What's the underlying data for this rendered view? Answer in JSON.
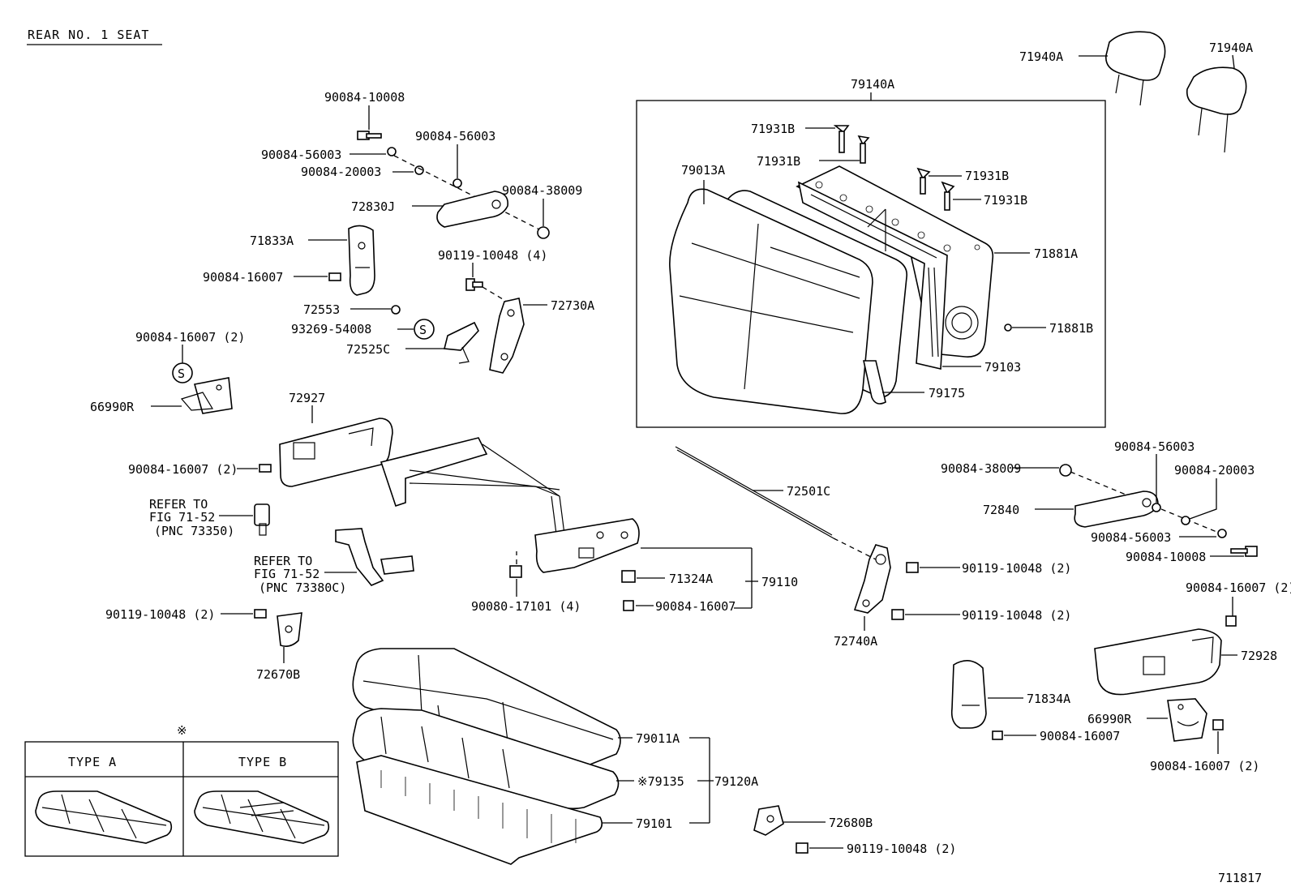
{
  "title": "REAR NO. 1 SEAT",
  "figure_id": "711817",
  "table": {
    "marker": "※",
    "type_a": "TYPE A",
    "type_b": "TYPE B"
  },
  "labels": {
    "p90084_10008_a": "90084-10008",
    "p90084_56003_a": "90084-56003",
    "p90084_56003_b": "90084-56003",
    "p90084_20003_a": "90084-20003",
    "p90084_38009_a": "90084-38009",
    "p72830J": "72830J",
    "p71833A": "71833A",
    "p90084_16007_a": "90084-16007",
    "p90119_10048_4": "90119-10048 (4)",
    "p72553": "72553",
    "p72730A": "72730A",
    "p93269_54008": "93269-54008",
    "p72525C": "72525C",
    "p90084_16007_2a": "90084-16007 (2)",
    "p66990R_a": "66990R",
    "p72927": "72927",
    "p90084_16007_2b": "90084-16007 (2)",
    "refer1_l1": "REFER TO",
    "refer1_l2": "FIG 71-52",
    "refer1_l3": "(PNC 73350)",
    "refer2_l1": "REFER TO",
    "refer2_l2": "FIG 71-52",
    "refer2_l3": "(PNC 73380C)",
    "p90119_10048_2a": "90119-10048 (2)",
    "p72670B": "72670B",
    "p90080_17101": "90080-17101 (4)",
    "p71324A": "71324A",
    "p79110": "79110",
    "p90084_16007_b": "90084-16007",
    "p79140A": "79140A",
    "p71931B_1": "71931B",
    "p71931B_2": "71931B",
    "p71931B_3": "71931B",
    "p71931B_4": "71931B",
    "p79013A": "79013A",
    "p71881A": "71881A",
    "p71881B": "71881B",
    "p79103": "79103",
    "p79175": "79175",
    "p71940A_1": "71940A",
    "p71940A_2": "71940A",
    "p72501C": "72501C",
    "p90084_38009_b": "90084-38009",
    "p90084_56003_c": "90084-56003",
    "p90084_20003_b": "90084-20003",
    "p72840": "72840",
    "p90084_56003_d": "90084-56003",
    "p90084_10008_b": "90084-10008",
    "p90119_10048_2b": "90119-10048 (2)",
    "p90119_10048_2c": "90119-10048 (2)",
    "p72740A": "72740A",
    "p90084_16007_2c": "90084-16007 (2)",
    "p72928": "72928",
    "p71834A": "71834A",
    "p66990R_b": "66990R",
    "p90084_16007_c": "90084-16007",
    "p90084_16007_2d": "90084-16007 (2)",
    "p79011A": "79011A",
    "p79135": "※79135",
    "p79120A": "79120A",
    "p79101": "79101",
    "p72680B": "72680B",
    "p90119_10048_2d": "90119-10048 (2)",
    "s_marker": "S"
  }
}
